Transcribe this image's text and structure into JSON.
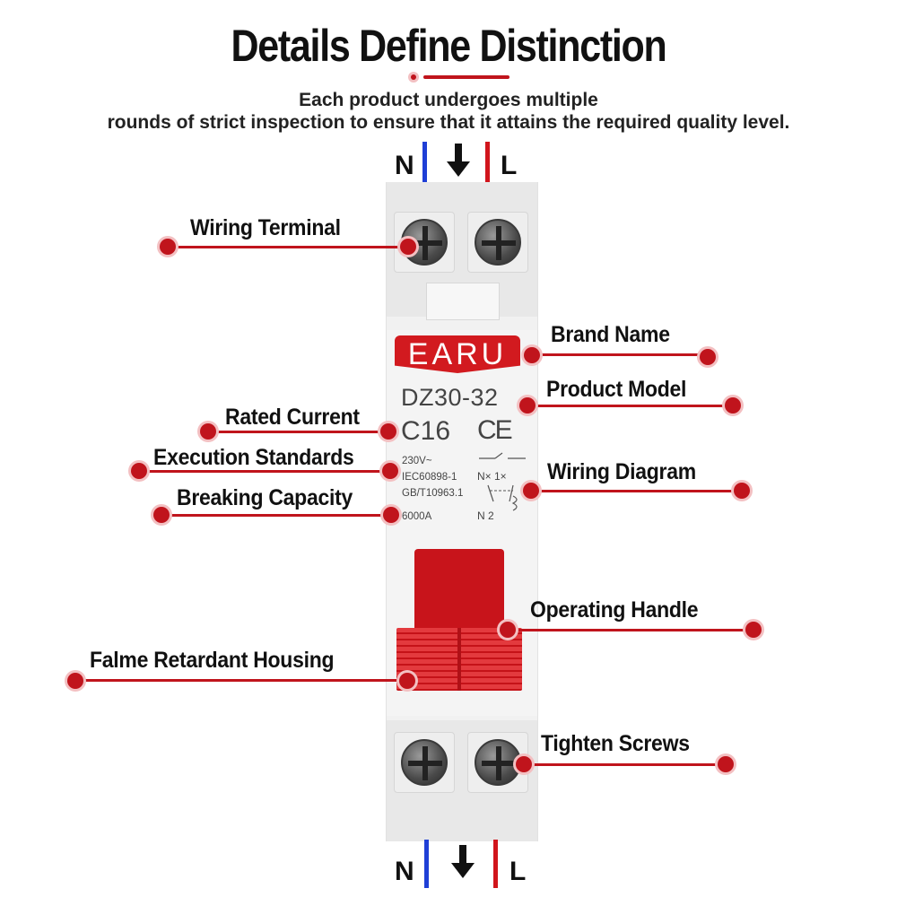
{
  "header": {
    "title": "Details Define Distinction",
    "subtitle_line1": "Each product undergoes multiple",
    "subtitle_line2": "rounds of strict inspection to ensure that it attains the required quality level."
  },
  "wiring_top": {
    "neutral_label": "N",
    "live_label": "L",
    "neutral_color": "#1f3fd6",
    "live_color": "#d1151c"
  },
  "wiring_bottom": {
    "neutral_label": "N",
    "live_label": "L"
  },
  "product": {
    "brand": "EARU",
    "model": "DZ30-32",
    "rated_current": "C16",
    "certification": "CE",
    "voltage": "230V~",
    "standard_1": "IEC60898-1",
    "standard_2": "GB/T10963.1",
    "breaking_capacity": "6000A",
    "diagram_top_label": "N× 1×",
    "diagram_bottom_label": "N  2",
    "accent_color": "#d21a1f"
  },
  "callouts": {
    "wiring_terminal": "Wiring Terminal",
    "brand_name": "Brand Name",
    "product_model": "Product Model",
    "rated_current": "Rated Current",
    "execution_standards": "Execution Standards",
    "wiring_diagram": "Wiring Diagram",
    "breaking_capacity": "Breaking Capacity",
    "operating_handle": "Operating Handle",
    "housing": "Falme Retardant Housing",
    "tighten_screws": "Tighten Screws"
  }
}
